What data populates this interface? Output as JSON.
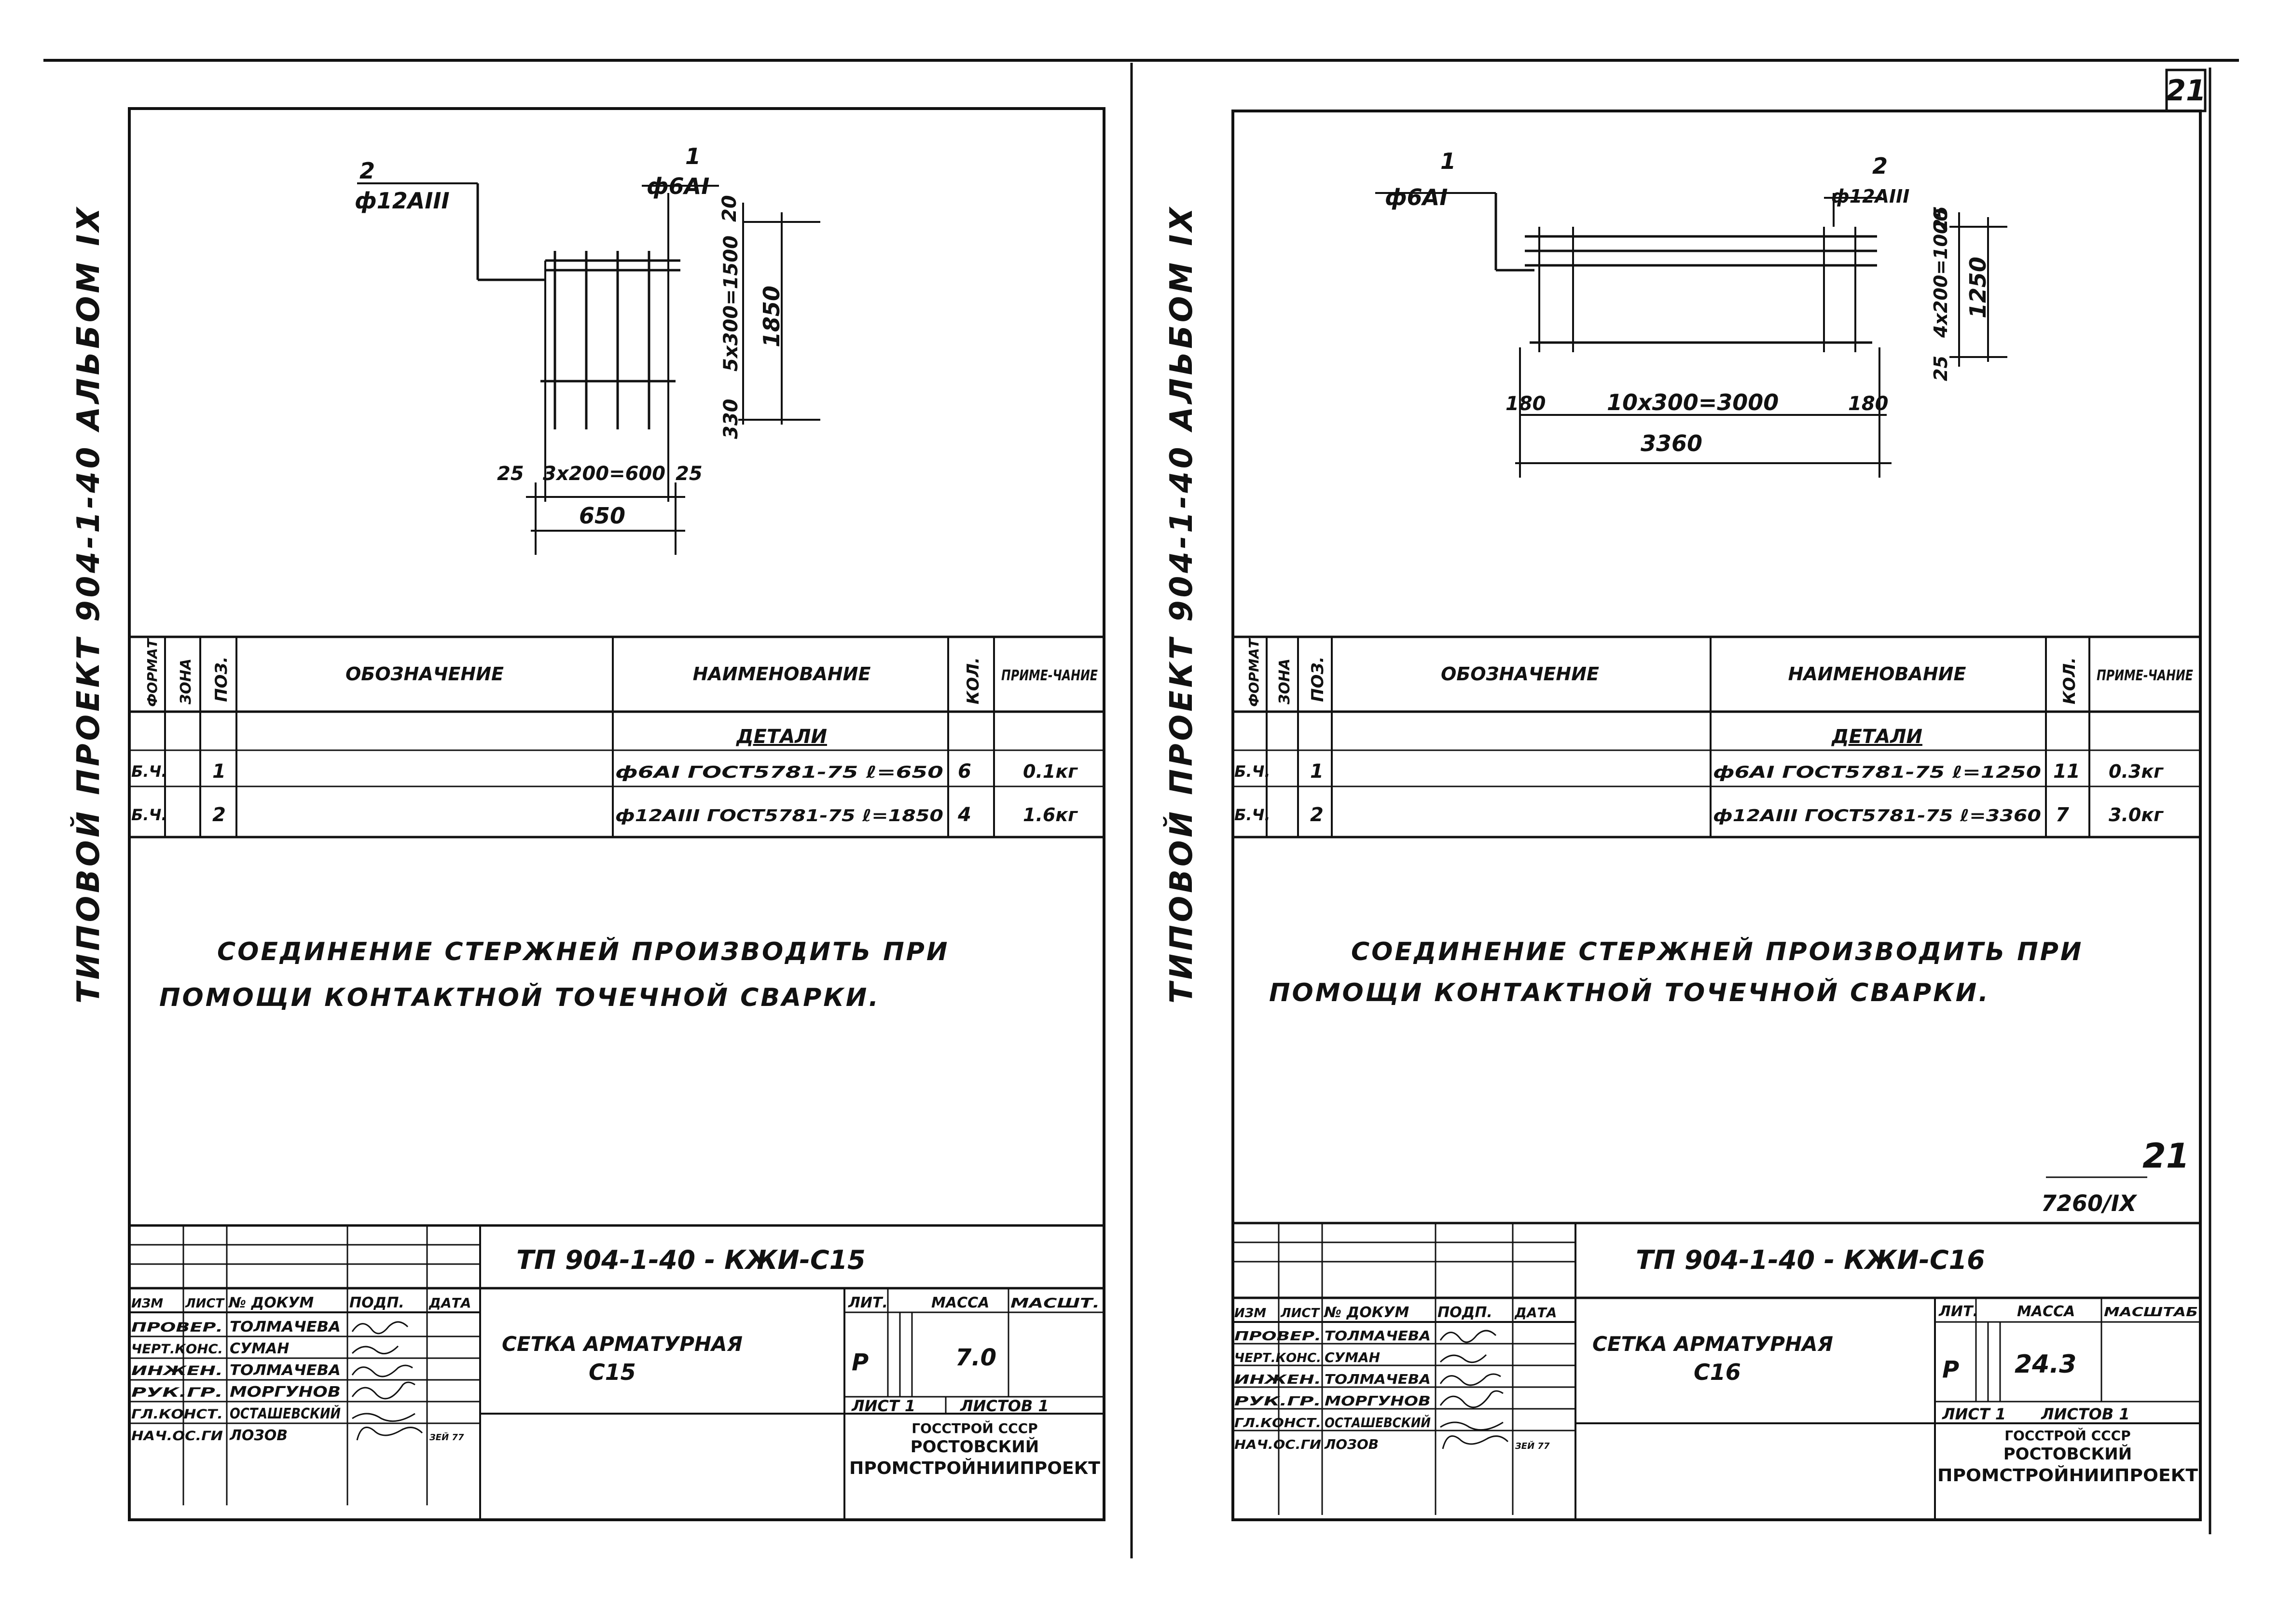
{
  "page_number": "21",
  "sheets": [
    {
      "side_label": "ТИПОВОЙ ПРОЕКТ 904-1-40 АЛЬБОМ IX",
      "drawing": {
        "pos1_label": "1",
        "pos1_bar": "ф6АI",
        "pos2_label": "2",
        "pos2_bar": "ф12АIII",
        "dims": [
          "20",
          "5х300=1500",
          "330",
          "1850",
          "25",
          "3х200=600",
          "25",
          "650"
        ]
      },
      "spec_headers": [
        "ФОРМАТ",
        "ЗОНА",
        "ПОЗ.",
        "ОБОЗНАЧЕНИЕ",
        "НАИМЕНОВАНИЕ",
        "КОЛ.",
        "ПРИМЕ-ЧАНИЕ"
      ],
      "spec_section": "ДЕТАЛИ",
      "spec_rows": [
        {
          "format": "Б.Ч.",
          "pos": "1",
          "name": "ф6АI ГОСТ5781-75 ℓ=650",
          "qty": "6",
          "note": "0.1кг"
        },
        {
          "format": "Б.Ч.",
          "pos": "2",
          "name": "ф12АIII ГОСТ5781-75 ℓ=1850",
          "qty": "4",
          "note": "1.6кг"
        }
      ],
      "note_line1": "СОЕДИНЕНИЕ  СТЕРЖНЕЙ  ПРОИЗВОДИТЬ  ПРИ",
      "note_line2": "ПОМОЩИ  КОНТАКТНОЙ  ТОЧЕЧНОЙ  СВАРКИ.",
      "title_block": {
        "code": "ТП 904-1-40 - КЖИ-С15",
        "col_heads": [
          "ИЗМ",
          "ЛИСТ",
          "№ ДОКУМ",
          "ПОДП.",
          "ДАТА"
        ],
        "roles": [
          "ПРОВЕР.",
          "ЧЕРТ.КОНС.",
          "ИНЖЕН.",
          "РУК.ГР.",
          "ГЛ.КОНСТ.",
          "НАЧ.ОС.ГИ"
        ],
        "names": [
          "ТОЛМАЧЕВА",
          "СУМАН",
          "ТОЛМАЧЕВА",
          "МОРГУНОВ",
          "ОСТАШЕВСКИЙ",
          "ЛОЗОВ"
        ],
        "title_line1": "СЕТКА АРМАТУРНАЯ",
        "title_line2": "С15",
        "lit_label": "ЛИТ.",
        "mass_label": "МАССА",
        "scale_label": "МАСШТ.",
        "lit_value": "Р",
        "mass_value": "7.0",
        "sheet_label": "ЛИСТ 1",
        "sheets_label": "ЛИСТОВ 1",
        "org1": "ГОССТРОЙ СССР",
        "org2": "РОСТОВСКИЙ",
        "org3": "ПРОМСТРОЙНИИПРОЕКТ",
        "sig_tag": "ЗЕЙ 77"
      }
    },
    {
      "side_label": "ТИПОВОЙ ПРОЕКТ 904-1-40 АЛЬБОМ IX",
      "drawing": {
        "pos1_label": "1",
        "pos1_bar": "ф6АI",
        "pos2_label": "2",
        "pos2_bar": "ф12АIII",
        "dims": [
          "25",
          "4х200=1000",
          "25",
          "1250",
          "180",
          "10х300=3000",
          "180",
          "3360"
        ]
      },
      "spec_headers": [
        "ФОРМАТ",
        "ЗОНА",
        "ПОЗ.",
        "ОБОЗНАЧЕНИЕ",
        "НАИМЕНОВАНИЕ",
        "КОЛ.",
        "ПРИМЕ-ЧАНИЕ"
      ],
      "spec_section": "ДЕТАЛИ",
      "spec_rows": [
        {
          "format": "Б.Ч.",
          "pos": "1",
          "name": "ф6АI ГОСТ5781-75 ℓ=1250",
          "qty": "11",
          "note": "0.3кг"
        },
        {
          "format": "Б.Ч.",
          "pos": "2",
          "name": "ф12АIII ГОСТ5781-75 ℓ=3360",
          "qty": "7",
          "note": "3.0кг"
        }
      ],
      "note_line1": "СОЕДИНЕНИЕ  СТЕРЖНЕЙ  ПРОИЗВОДИТЬ  ПРИ",
      "note_line2": "ПОМОЩИ  КОНТАКТНОЙ  ТОЧЕЧНОЙ  СВАРКИ.",
      "corner_mark_top": "21",
      "corner_mark_bottom": "7260/IX",
      "title_block": {
        "code": "ТП 904-1-40 - КЖИ-С16",
        "col_heads": [
          "ИЗМ",
          "ЛИСТ",
          "№ ДОКУМ",
          "ПОДП.",
          "ДАТА"
        ],
        "roles": [
          "ПРОВЕР.",
          "ЧЕРТ.КОНС.",
          "ИНЖЕН.",
          "РУК.ГР.",
          "ГЛ.КОНСТ.",
          "НАЧ.ОС.ГИ"
        ],
        "names": [
          "ТОЛМАЧЕВА",
          "СУМАН",
          "ТОЛМАЧЕВА",
          "МОРГУНОВ",
          "ОСТАШЕВСКИЙ",
          "ЛОЗОВ"
        ],
        "title_line1": "СЕТКА АРМАТУРНАЯ",
        "title_line2": "С16",
        "lit_label": "ЛИТ.",
        "mass_label": "МАССА",
        "scale_label": "МАСШТАБ",
        "lit_value": "Р",
        "mass_value": "24.3",
        "sheet_label": "ЛИСТ 1",
        "sheets_label": "ЛИСТОВ 1",
        "org1": "ГОССТРОЙ СССР",
        "org2": "РОСТОВСКИЙ",
        "org3": "ПРОМСТРОЙНИИПРОЕКТ",
        "sig_tag": "ЗЕЙ 77"
      }
    }
  ]
}
